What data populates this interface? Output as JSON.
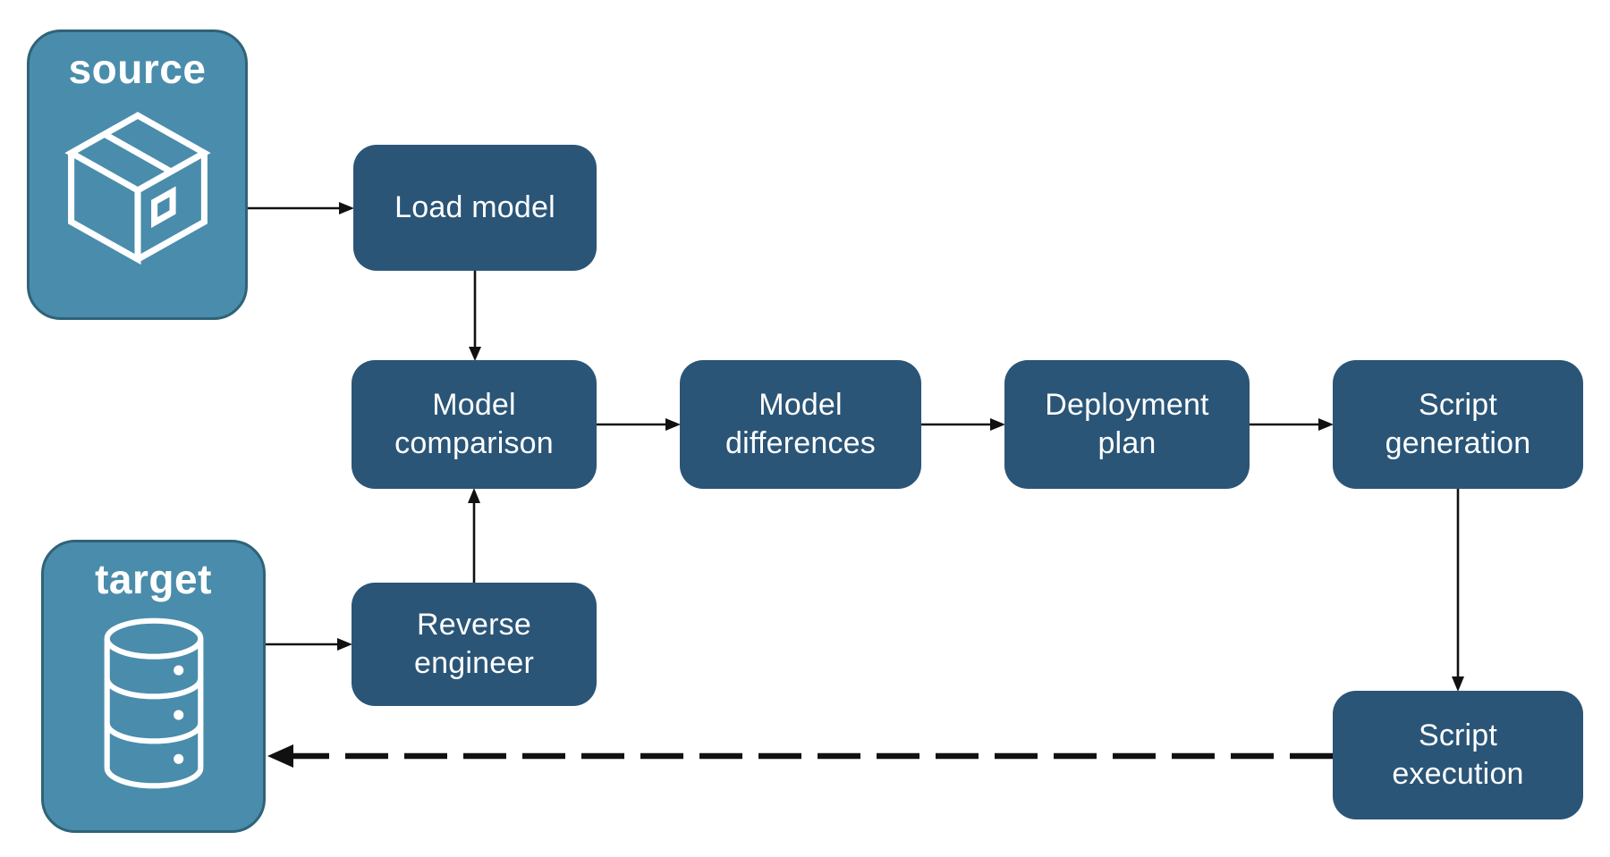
{
  "diagram": {
    "colors": {
      "background": "#FFFFFF",
      "node_fill": "#2A5577",
      "node_text": "#FFFFFF",
      "endpoint_fill": "#4A8CAB",
      "endpoint_border": "#2F6377",
      "endpoint_text": "#FFFFFF",
      "arrow": "#111111"
    },
    "endpoints": [
      {
        "id": "source",
        "label": "source",
        "icon": "package-icon"
      },
      {
        "id": "target",
        "label": "target",
        "icon": "database-icon"
      }
    ],
    "nodes": [
      {
        "id": "load_model",
        "label": "Load model"
      },
      {
        "id": "model_comparison",
        "label": "Model comparison"
      },
      {
        "id": "model_differences",
        "label": "Model differences"
      },
      {
        "id": "deployment_plan",
        "label": "Deployment plan"
      },
      {
        "id": "script_generation",
        "label": "Script generation"
      },
      {
        "id": "reverse_engineer",
        "label": "Reverse engineer"
      },
      {
        "id": "script_execution",
        "label": "Script execution"
      }
    ],
    "edges": [
      {
        "from": "source",
        "to": "load_model",
        "style": "solid"
      },
      {
        "from": "load_model",
        "to": "model_comparison",
        "style": "solid"
      },
      {
        "from": "model_comparison",
        "to": "model_differences",
        "style": "solid"
      },
      {
        "from": "model_differences",
        "to": "deployment_plan",
        "style": "solid"
      },
      {
        "from": "deployment_plan",
        "to": "script_generation",
        "style": "solid"
      },
      {
        "from": "script_generation",
        "to": "script_execution",
        "style": "solid"
      },
      {
        "from": "target",
        "to": "reverse_engineer",
        "style": "solid"
      },
      {
        "from": "reverse_engineer",
        "to": "model_comparison",
        "style": "solid"
      },
      {
        "from": "script_execution",
        "to": "target",
        "style": "dashed"
      }
    ]
  }
}
